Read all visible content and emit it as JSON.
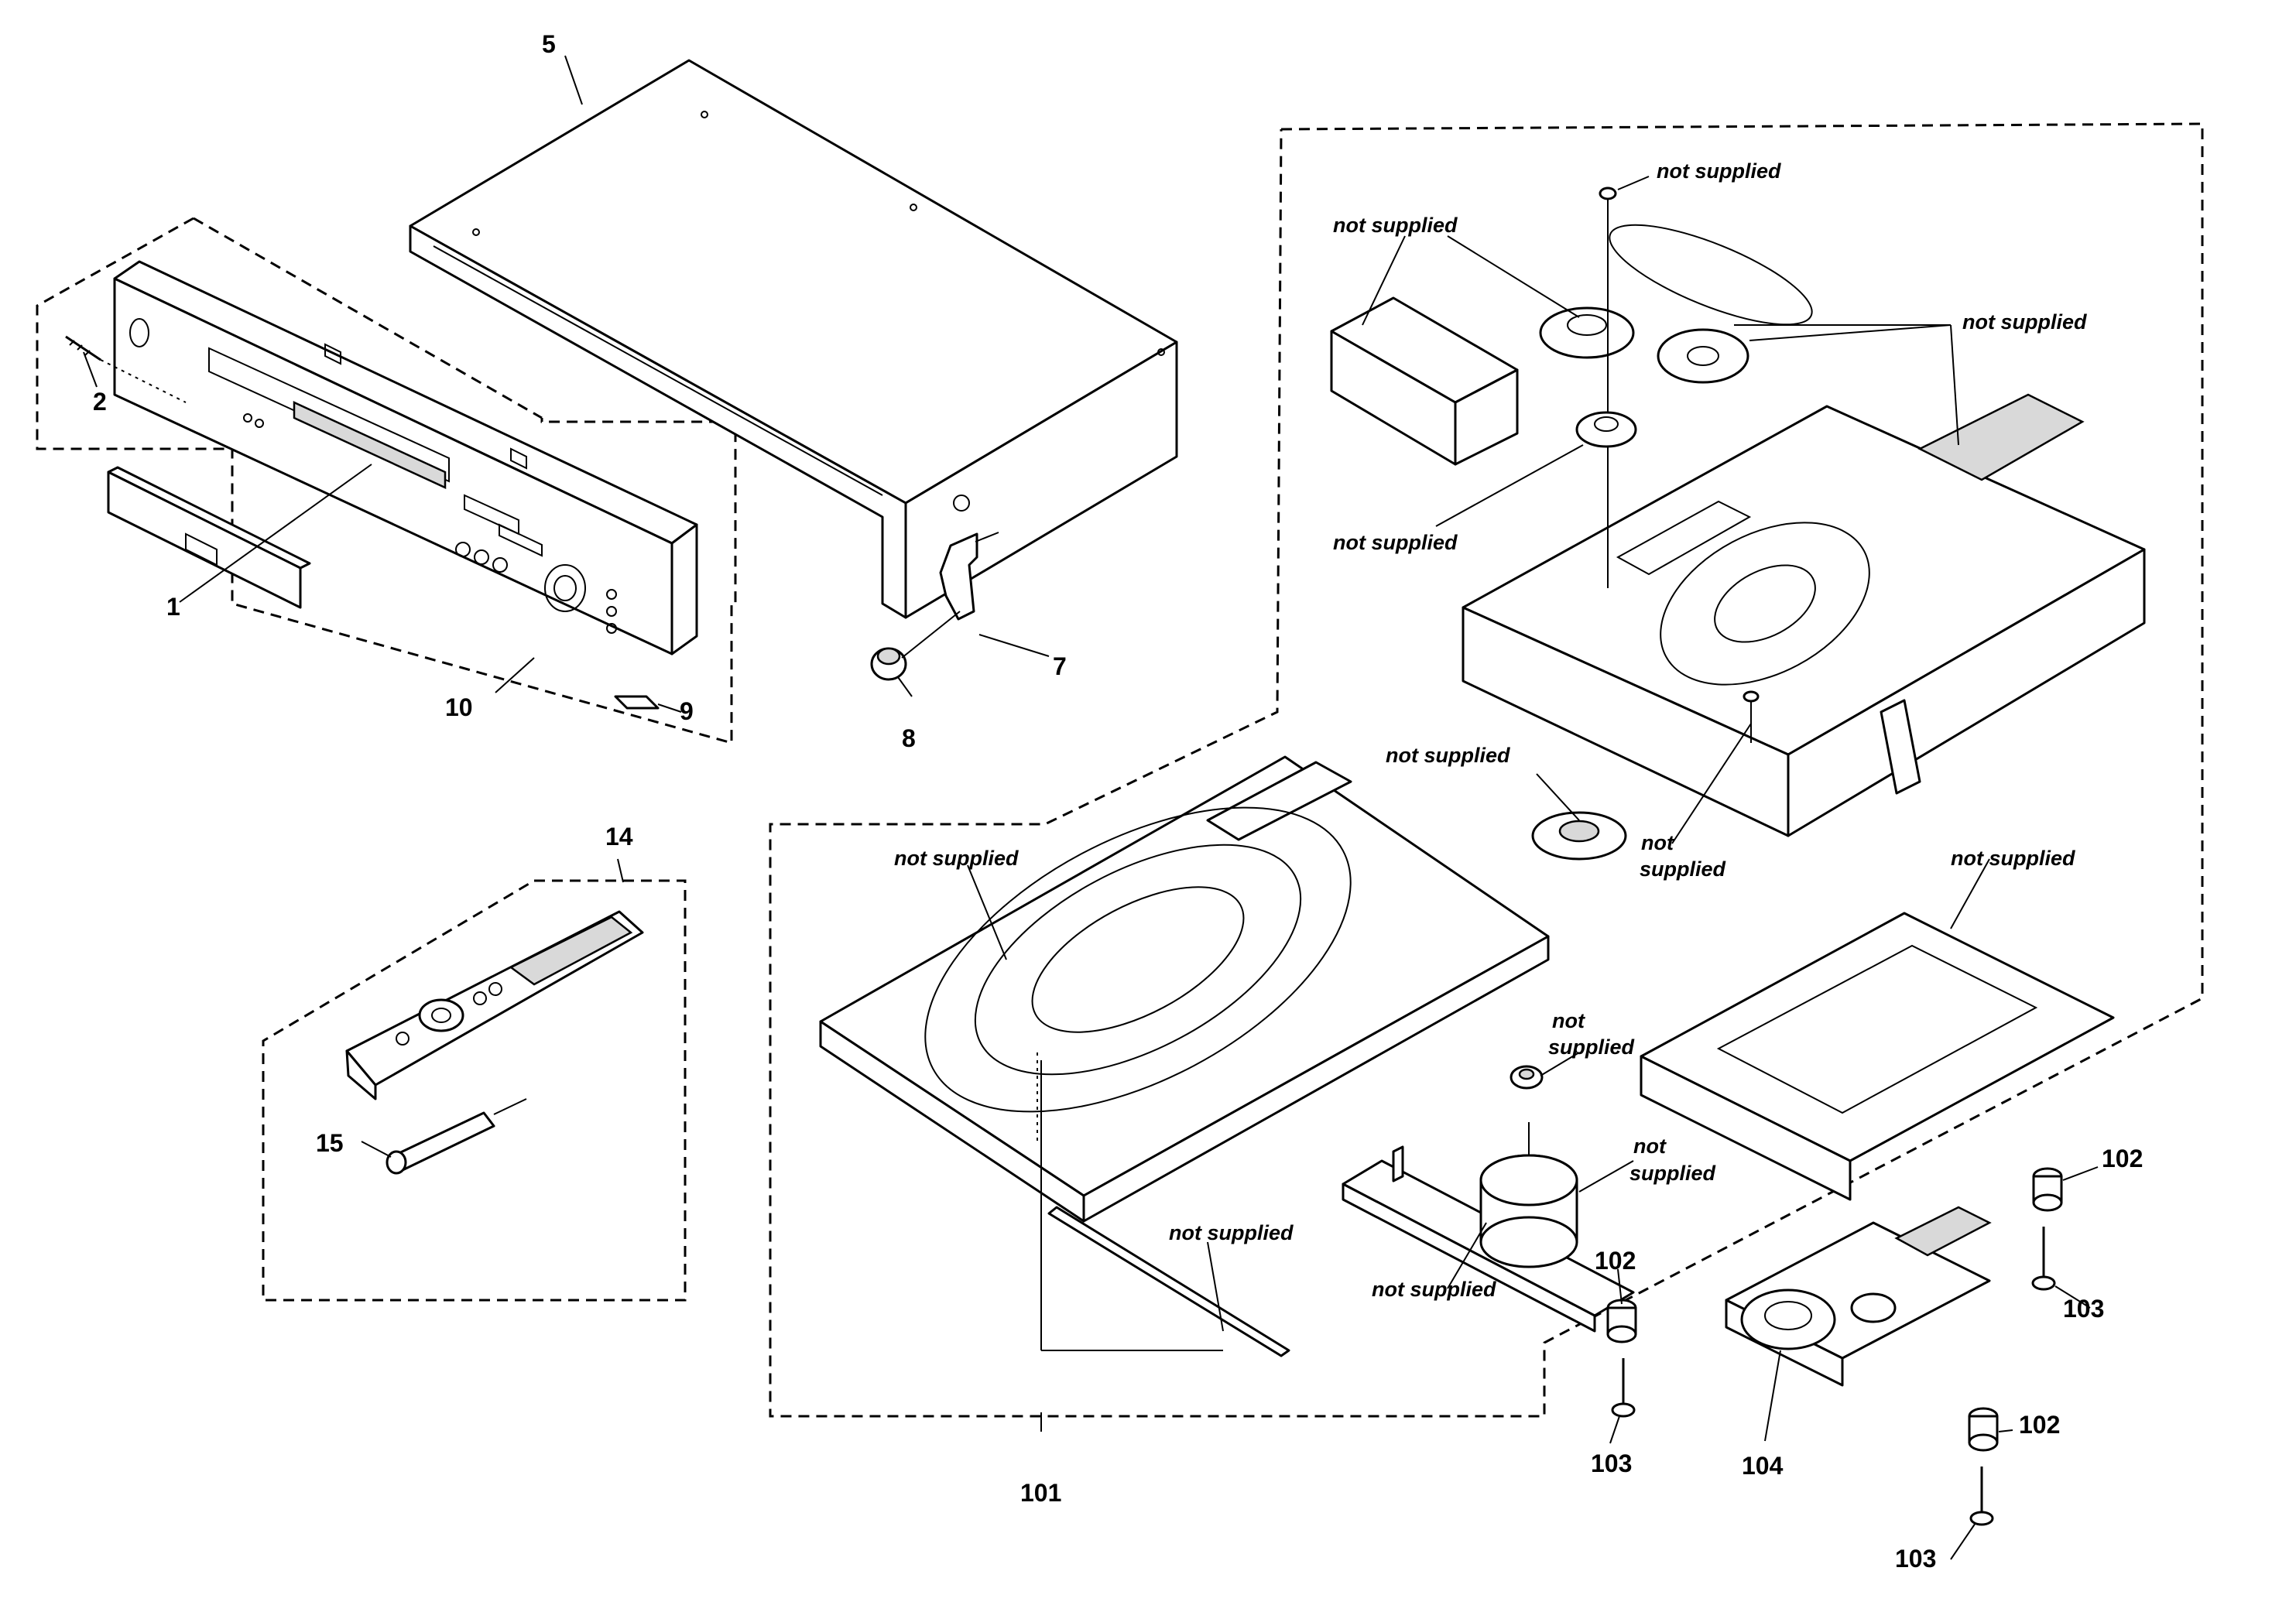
{
  "callouts": {
    "c1": "1",
    "c2": "2",
    "c5": "5",
    "c7": "7",
    "c8": "8",
    "c9": "9",
    "c10": "10",
    "c14": "14",
    "c15": "15",
    "c101": "101",
    "c102a": "102",
    "c102b": "102",
    "c102c": "102",
    "c103a": "103",
    "c103b": "103",
    "c103c": "103",
    "c104": "104"
  },
  "notes": {
    "ns_screw": "not supplied",
    "ns_gearbox": "not supplied",
    "ns_belt": "not supplied",
    "ns_pulley": "not supplied",
    "ns_turntable": "not supplied",
    "ns_stud_1": "not",
    "ns_stud_2": "supplied",
    "ns_tray": "not supplied",
    "ns_holder": "not supplied",
    "ns_cap_1": "not",
    "ns_cap_2": "supplied",
    "ns_motor_1": "not",
    "ns_motor_2": "supplied",
    "ns_strip": "not supplied",
    "ns_board": "not supplied"
  }
}
